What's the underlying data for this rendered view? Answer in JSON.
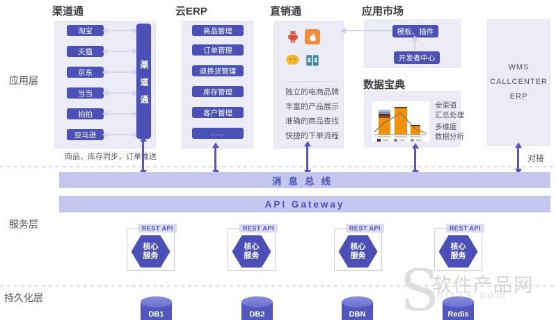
{
  "layers": {
    "application": "应用层",
    "service": "服务层",
    "persistence": "持久化层"
  },
  "sections": {
    "channel": {
      "title": "渠道通",
      "channels": [
        "淘宝",
        "天猫",
        "京东",
        "当当",
        "拍拍",
        "亚马逊"
      ],
      "hub": "渠道通",
      "caption": "商品、库存同步，订单推送"
    },
    "erp": {
      "title": "云ERP",
      "modules": [
        "商品管理",
        "订单管理",
        "退换货管理",
        "库存管理",
        "客户管理",
        "……"
      ]
    },
    "direct": {
      "title": "直销通",
      "icons": [
        "android-icon",
        "apple-icon",
        "wechat-icon",
        "mobile-shop-icon"
      ],
      "features": [
        "独立的电商品牌",
        "丰富的产品展示",
        "准确的商品查找",
        "快捷的下单流程"
      ]
    },
    "market": {
      "title": "应用市场",
      "plugin_button": "模板、插件",
      "developer_button": "开发者中心"
    },
    "data": {
      "title": "数据宝典",
      "note1a": "全渠道",
      "note1b": "汇总处理",
      "note2a": "多维度",
      "note2b": "数据分析",
      "chart_data": {
        "type": "bar",
        "series": [
          {
            "name": "bars",
            "values": [
              60,
              85,
              25
            ]
          }
        ],
        "overlay_line": [
          35,
          55,
          75,
          30,
          12
        ],
        "bar_color": "#f0920e",
        "legend_swatches": [
          "#7a2020",
          "#888888",
          "#999999"
        ]
      }
    },
    "external": {
      "systems": [
        "WMS",
        "CALLCENTER",
        "ERP"
      ],
      "link_label": "对接"
    }
  },
  "bus": {
    "message": "消息总线",
    "gateway": "API  Gateway"
  },
  "service_layer": {
    "rest": "REST API",
    "core1": "核心",
    "core2": "服务"
  },
  "databases": [
    "DB1",
    "DB2",
    "DBN",
    "Redis"
  ],
  "watermark": {
    "initial": "S",
    "site_name": "软件产品网",
    "site_domain": "oft78.com"
  },
  "colors": {
    "accent": "#4b50b4",
    "bus_bg": "#c5c6ed",
    "arrow": "#5b54c8",
    "panel_bg": "#ececf6",
    "android": "#dd4b33",
    "apple": "#ef8c3c",
    "wechat": "#f4b331",
    "mobile": "#3e8ca3"
  }
}
